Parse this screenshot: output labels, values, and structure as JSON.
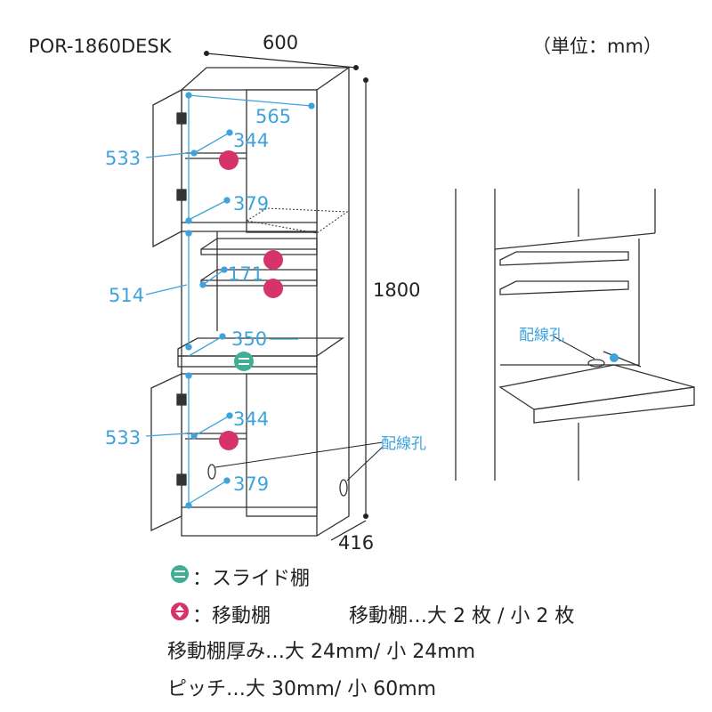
{
  "model": "POR-1860DESK",
  "unit": "（単位：mm）",
  "dimensions": {
    "width": "600",
    "height": "1800",
    "depth": "416"
  },
  "upper": {
    "inner_width": "565",
    "shelf_depth": "344",
    "inner_height": "533",
    "bottom_depth": "379"
  },
  "middle": {
    "inner_height": "514",
    "shelf_depth": "171",
    "desk_depth": "350"
  },
  "lower": {
    "shelf_depth": "344",
    "inner_height": "533",
    "bottom_depth": "379"
  },
  "labels": {
    "wiring_hole": "配線孔",
    "wiring_hole_side": "配線孔",
    "wiring_hole_detail": "配線孔"
  },
  "legend": {
    "slide_shelf": "：スライド棚",
    "movable_shelf": "：移動棚",
    "movable_count": "移動棚…大 2 枚 / 小 2 枚",
    "thickness": "移動棚厚み…大 24mm/ 小 24mm",
    "pitch": "ピッチ…大 30mm/ 小 60mm"
  },
  "colors": {
    "dimension_blue": "#3ea3dc",
    "movable_pink": "#d6336c",
    "slide_teal": "#3fae94"
  }
}
